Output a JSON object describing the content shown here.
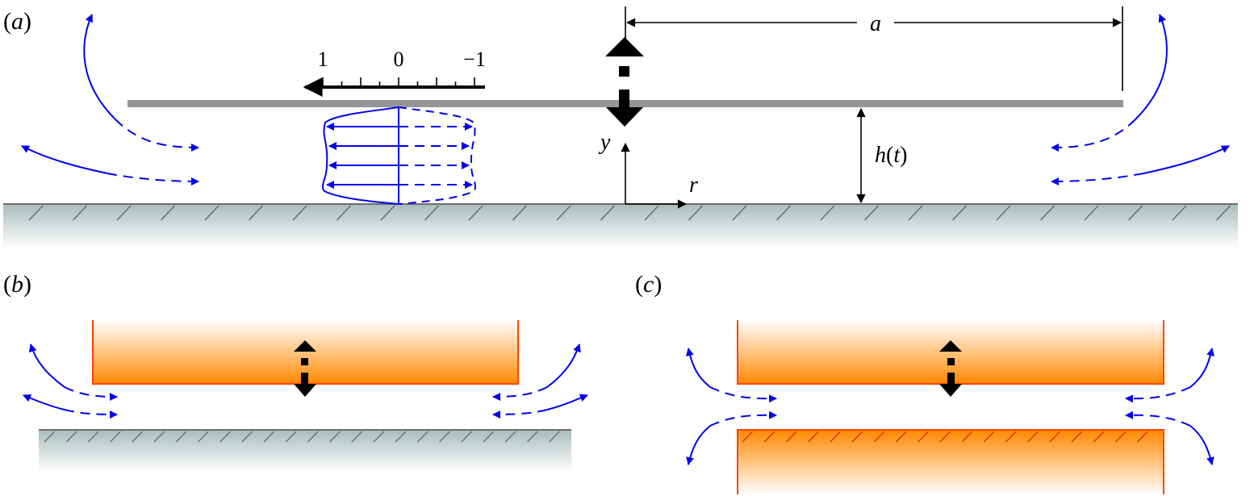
{
  "figure": {
    "description": "Squeeze-film flow between an oscillating disc and a wall",
    "colors": {
      "flow_arrow": "#0000ee",
      "disc_gray": "#939598",
      "wall_top": "#a9bcbc",
      "wall_bottom": "#ffffff",
      "hatch": "#6d6e71",
      "orange": "#ff8800",
      "orange_edge": "#ff4400",
      "black": "#000000"
    },
    "panels": {
      "a": {
        "label": "(a)",
        "label_letter": "a",
        "dimension_a": "a",
        "gap_label": "h(t)",
        "gap_label_h": "h",
        "gap_label_t": "t",
        "axis_y": "y",
        "axis_r": "r",
        "scale_ticks": [
          "1",
          "0",
          "−1"
        ],
        "profile_arrows": 4
      },
      "b": {
        "label": "(b)",
        "label_letter": "b",
        "description": "oscillating body near a rigid wall"
      },
      "c": {
        "label": "(c)",
        "label_letter": "c",
        "description": "oscillating body near a second body"
      }
    }
  }
}
